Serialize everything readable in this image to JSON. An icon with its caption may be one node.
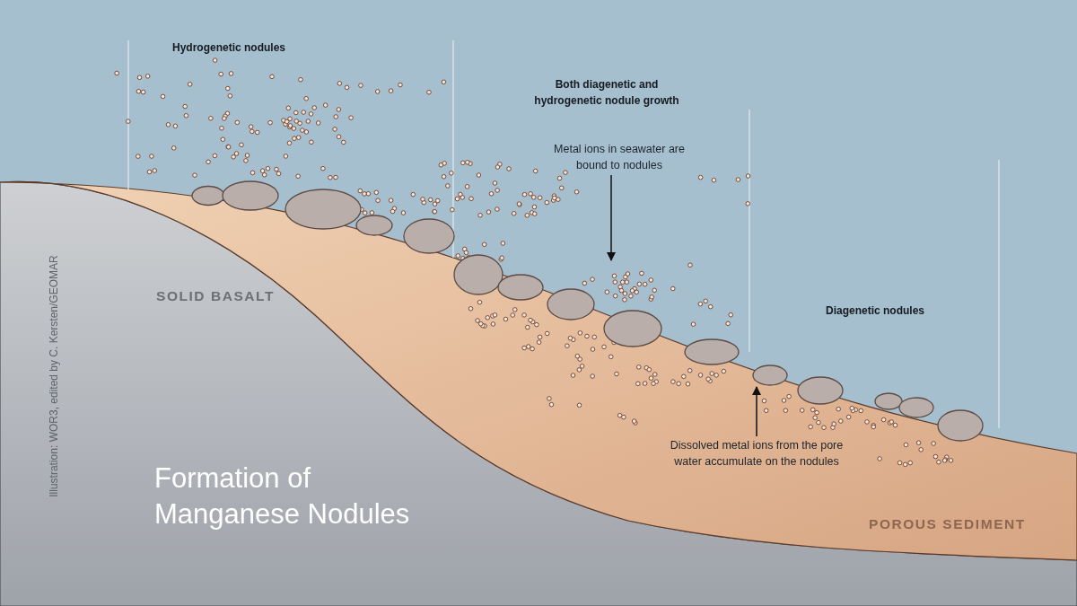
{
  "diagram": {
    "title": "Formation of Manganese Nodules",
    "nodes": [
      {
        "text": [
          "Metal ions in seawater are bound to nodules"
        ]
      },
      {
        "text": [
          "Dissolved metal ions from the pore water accumulate on the nodules"
        ]
      },
      {
        "text": [],
        "shape": "ellipse"
      },
      {
        "text": [],
        "shape": "ellipse"
      },
      {
        "text": [],
        "shape": "ellipse"
      },
      {
        "text": [],
        "shape": "ellipse"
      },
      {
        "text": [],
        "shape": "ellipse"
      },
      {
        "text": [],
        "shape": "ellipse"
      },
      {
        "text": [],
        "shape": "ellipse"
      },
      {
        "text": [],
        "shape": "ellipse"
      },
      {
        "text": [],
        "shape": "ellipse"
      },
      {
        "text": [],
        "shape": "ellipse"
      },
      {
        "text": [],
        "shape": "ellipse"
      },
      {
        "text": [],
        "shape": "ellipse"
      },
      {
        "text": [],
        "shape": "ellipse"
      },
      {
        "text": [],
        "shape": "ellipse"
      },
      {
        "text": [],
        "shape": "ellipse"
      }
    ],
    "edges": [
      {
        "from": 0,
        "to": null,
        "arrow": "to"
      },
      {
        "from": 1,
        "to": 12,
        "arrow": "to"
      }
    ],
    "labels": [
      "Hydrogenetic nodules",
      "Both diagenetic and hydrogenetic nodule growth",
      "Diagenetic nodules",
      "SOLID BASALT",
      "POROUS SEDIMENT",
      "Illustration: WOR3, edited by C. Kersten/GEOMAR"
    ]
  }
}
